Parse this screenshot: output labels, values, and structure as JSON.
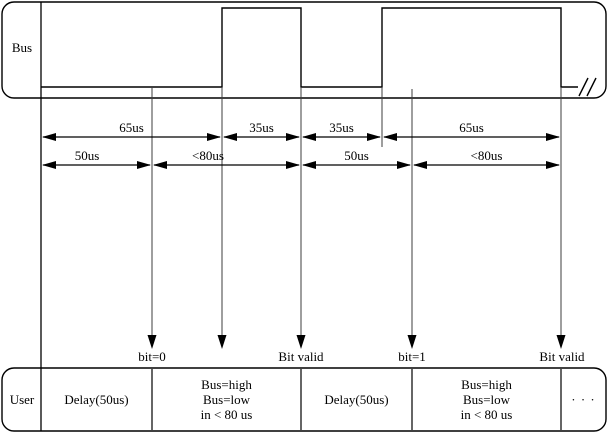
{
  "bus": {
    "label": "Bus"
  },
  "user": {
    "label": "User"
  },
  "timing_row1": [
    "65us",
    "35us",
    "35us",
    "65us"
  ],
  "timing_row2": [
    "50us",
    "<80us",
    "50us",
    "<80us"
  ],
  "events": [
    "bit=0",
    "Bit valid",
    "bit=1",
    "Bit valid"
  ],
  "user_cells": [
    [
      "Delay(50us)"
    ],
    [
      "Bus=high",
      "Bus=low",
      "in < 80 us"
    ],
    [
      "Delay(50us)"
    ],
    [
      "Bus=high",
      "Bus=low",
      "in < 80 us"
    ],
    [
      "· · ·"
    ]
  ],
  "colors": {
    "line": "#000000",
    "reference_line": "#3d3d3d",
    "background": "#ffffff"
  }
}
